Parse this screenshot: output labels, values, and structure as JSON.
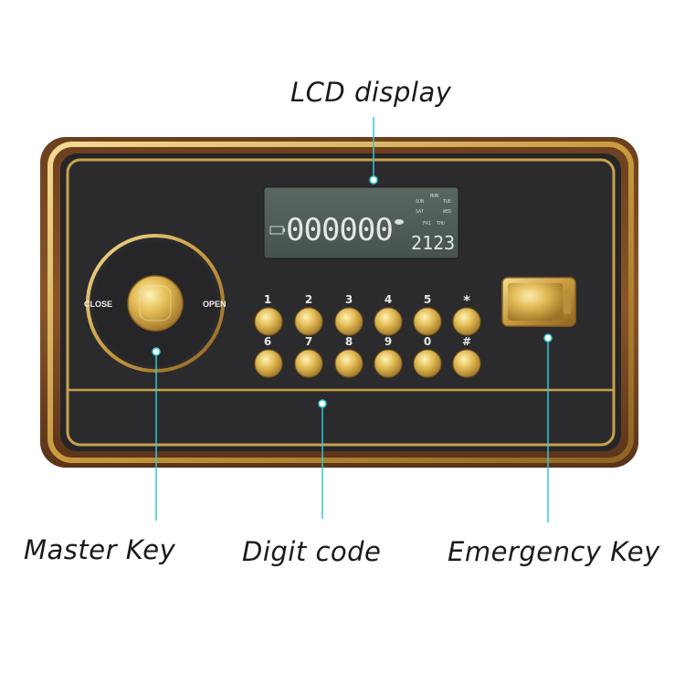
{
  "callouts": {
    "lcd": "LCD display",
    "master_key": "Master Key",
    "digit_code": "Digit code",
    "emergency_key": "Emergency Key"
  },
  "dial": {
    "left_label": "CLOSE",
    "right_label": "OPEN"
  },
  "lcd": {
    "main_digits": "000000",
    "time": "2123",
    "days": [
      "MON",
      "SUN",
      "TUE",
      "SAT",
      "WED",
      "FRI",
      "THU"
    ]
  },
  "keypad": {
    "row1": [
      "1",
      "2",
      "3",
      "4",
      "5",
      "*"
    ],
    "row2": [
      "6",
      "7",
      "8",
      "9",
      "0",
      "#"
    ]
  },
  "colors": {
    "gold": "#c9a24a",
    "panel": "#2a2a2c",
    "callout_line": "#35c6d6",
    "lcd_bg": "#4e5a55"
  }
}
